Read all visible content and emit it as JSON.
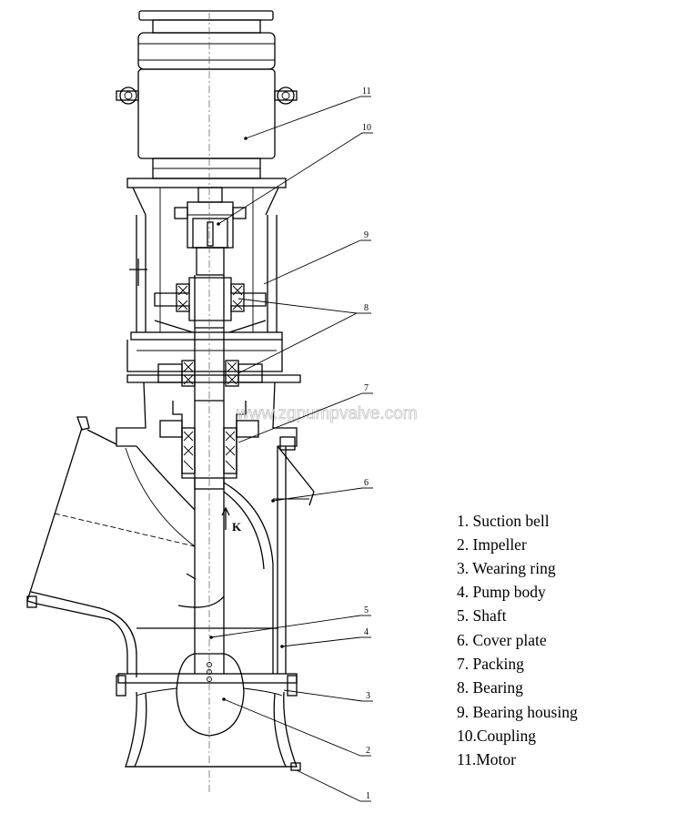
{
  "watermark": "www.zgpumpvalve.com",
  "flow_mark": "K",
  "callouts": [
    {
      "num": "1",
      "label": "Suction bell"
    },
    {
      "num": "2",
      "label": "Impeller"
    },
    {
      "num": "3",
      "label": "Wearing ring"
    },
    {
      "num": "4",
      "label": "Pump body"
    },
    {
      "num": "5",
      "label": "Shaft"
    },
    {
      "num": "6",
      "label": "Cover plate"
    },
    {
      "num": "7",
      "label": "Packing"
    },
    {
      "num": "8",
      "label": "Bearing"
    },
    {
      "num": "9",
      "label": "Bearing housing"
    },
    {
      "num": "10",
      "label": "Coupling"
    },
    {
      "num": "11",
      "label": "Motor"
    }
  ],
  "legend": [
    "1.  Suction bell",
    "2.  Impeller",
    "3.  Wearing ring",
    "4.  Pump body",
    "5.  Shaft",
    "6.  Cover plate",
    "7.  Packing",
    "8.  Bearing",
    "9.  Bearing housing",
    "10.Coupling",
    "11.Motor"
  ]
}
